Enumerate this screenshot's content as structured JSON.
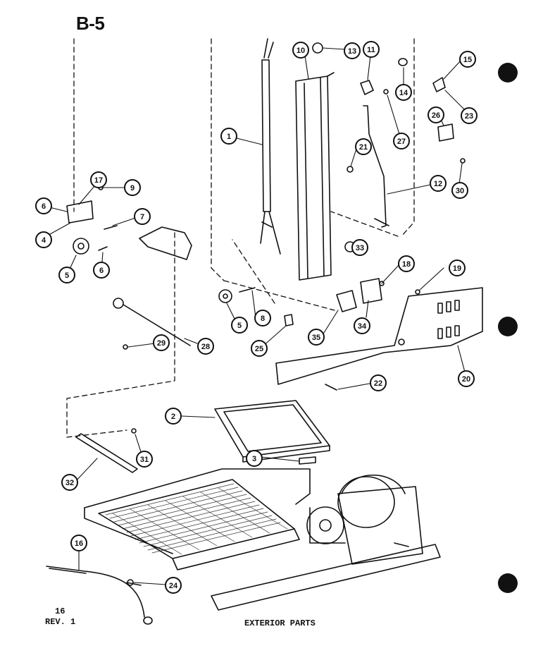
{
  "header": {
    "section_title": "B-5"
  },
  "footer": {
    "page_number": "16",
    "revision": "REV. 1",
    "caption": "EXTERIOR PARTS"
  },
  "callouts": [
    "1",
    "2",
    "3",
    "4",
    "5",
    "5",
    "6",
    "6",
    "7",
    "8",
    "9",
    "10",
    "11",
    "12",
    "13",
    "14",
    "15",
    "16",
    "17",
    "18",
    "19",
    "20",
    "21",
    "22",
    "23",
    "24",
    "25",
    "26",
    "27",
    "28",
    "29",
    "30",
    "31",
    "32",
    "33",
    "34",
    "35"
  ],
  "colors": {
    "ink": "#111111",
    "paper": "#ffffff"
  }
}
